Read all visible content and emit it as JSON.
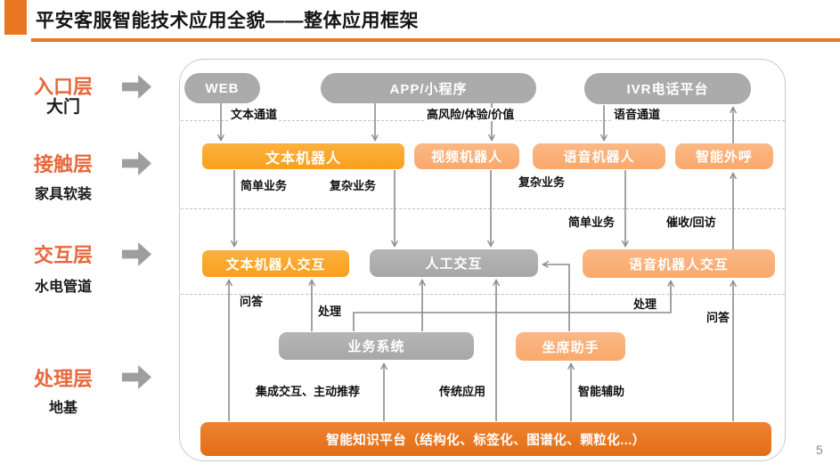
{
  "slide": {
    "title": "平安客服智能技术应用全貌——整体应用框架",
    "page_number": "5"
  },
  "layers": [
    {
      "label": "入口层",
      "sublabel": "大门"
    },
    {
      "label": "接触层",
      "sublabel": "家具软装"
    },
    {
      "label": "交互层",
      "sublabel": "水电管道"
    },
    {
      "label": "处理层",
      "sublabel": "地基"
    }
  ],
  "nodes": {
    "web": "WEB",
    "app": "APP/小程序",
    "ivr": "IVR电话平台",
    "text_bot": "文本机器人",
    "video_bot": "视频机器人",
    "voice_bot": "语音机器人",
    "outbound_call": "智能外呼",
    "text_bot_interaction": "文本机器人交互",
    "human_interaction": "人工交互",
    "voice_bot_interaction": "语音机器人交互",
    "business_system": "业务系统",
    "agent_assistant": "坐席助手",
    "knowledge_platform": "智能知识平台（结构化、标签化、图谱化、颗粒化...）"
  },
  "edge_labels": {
    "text_channel": "文本通道",
    "high_risk_value": "高风险/体验/价值",
    "voice_channel": "语音通道",
    "simple_business_left": "简单业务",
    "complex_business_left": "复杂业务",
    "complex_business_right": "复杂业务",
    "simple_business_right": "简单业务",
    "collection_callback": "催收/回访",
    "qa_left": "问答",
    "handle_left": "处理",
    "handle_right": "处理",
    "qa_right": "问答",
    "integrated_interaction": "集成交互、主动推荐",
    "traditional_app": "传统应用",
    "intelligent_assist": "智能辅助"
  },
  "colors": {
    "pingan_orange": "#E87722",
    "bright_orange": "#FBA62C",
    "light_orange": "#FAB07A",
    "gray_node": "#ABABAB",
    "line_gray": "#8C8C8C",
    "layer_label_orange": "#E8683D"
  }
}
